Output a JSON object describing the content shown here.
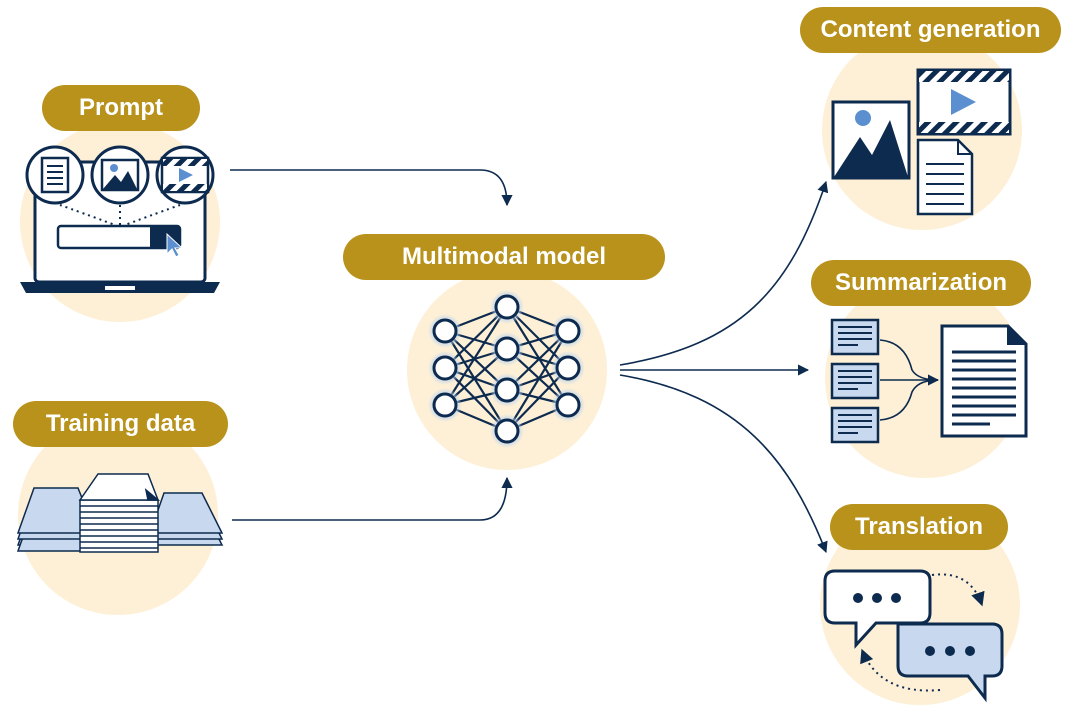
{
  "labels": {
    "prompt": "Prompt",
    "training_data": "Training data",
    "model": "Multimodal model",
    "content_generation": "Content generation",
    "summarization": "Summarization",
    "translation": "Translation"
  },
  "colors": {
    "navy": "#0d2a4f",
    "gold": "#b8921b",
    "cream": "#fdf0d6",
    "light_blue": "#c8d8ee",
    "accent_blue": "#5b8fcf"
  },
  "icons": {
    "prompt": "laptop-with-media-icon",
    "training_data": "document-stacks-icon",
    "model": "neural-network-icon",
    "content_generation": "image-video-document-icon",
    "summarization": "documents-to-summary-icon",
    "translation": "chat-bubbles-icon"
  }
}
